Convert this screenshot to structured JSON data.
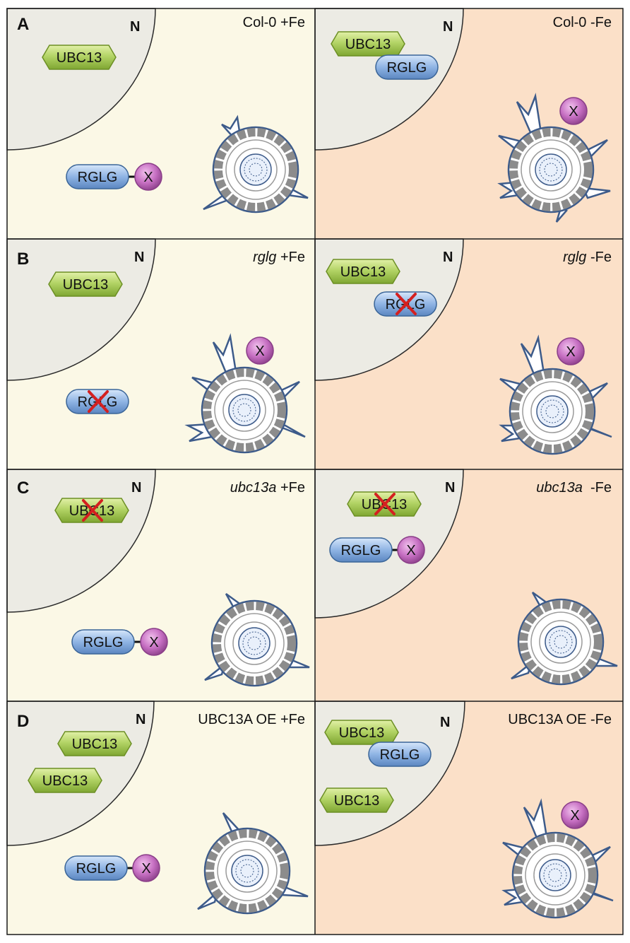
{
  "colors": {
    "plus_fe_background": "#fbf8e6",
    "minus_fe_background": "#fbe0c8",
    "nucleus_fill": "#ecebe4",
    "ubc13_fill": "#a6c95a",
    "ubc13_stroke": "#6c8f24",
    "rglg_fill": "#8fb4e4",
    "rglg_stroke": "#3a6598",
    "x_fill": "#c66fc2",
    "x_stroke": "#8a3e88",
    "knockout_cross": "#d42020",
    "root_outline": "#3d5b8a",
    "root_cortex_cell": "#8c8c8c"
  },
  "labels": {
    "nucleus": "N",
    "ubc13": "UBC13",
    "rglg": "RGLG",
    "partner": "X"
  },
  "panels": [
    {
      "letter": "A",
      "left": {
        "genotype": "Col-0",
        "genotype_italic": false,
        "condition": " +Fe"
      },
      "right": {
        "genotype": "Col-0",
        "genotype_italic": false,
        "condition": " -Fe"
      }
    },
    {
      "letter": "B",
      "left": {
        "genotype": "rglg",
        "genotype_italic": true,
        "condition": " +Fe"
      },
      "right": {
        "genotype": "rglg",
        "genotype_italic": true,
        "condition": " -Fe"
      }
    },
    {
      "letter": "C",
      "left": {
        "genotype": "ubc13a",
        "genotype_italic": true,
        "condition": " +Fe"
      },
      "right": {
        "genotype": "ubc13a",
        "genotype_italic": true,
        "condition": "  -Fe"
      }
    },
    {
      "letter": "D",
      "left": {
        "genotype": "UBC13A OE",
        "genotype_italic": false,
        "condition": " +Fe"
      },
      "right": {
        "genotype": "UBC13A OE",
        "genotype_italic": false,
        "condition": " -Fe"
      }
    }
  ]
}
